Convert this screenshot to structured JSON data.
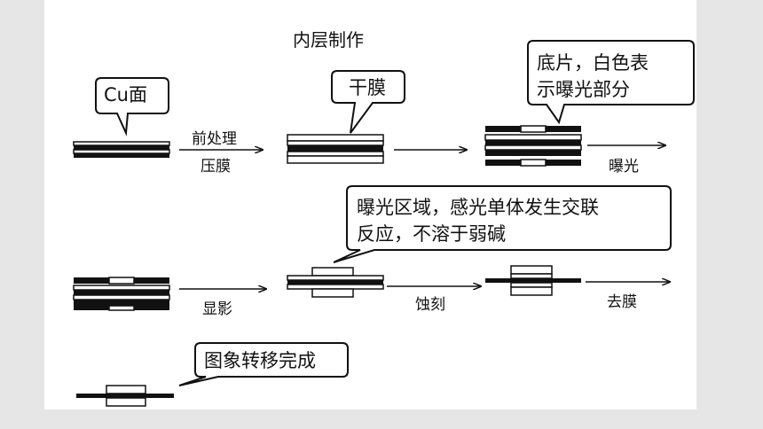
{
  "title": "内层制作",
  "callouts": {
    "cu_surface": "Cu面",
    "dry_film": "干膜",
    "film_line1": "底片，白色表",
    "film_line2": "示曝光部分",
    "exposed_line1": "曝光区域，感光单体发生交联",
    "exposed_line2": "反应，不溶于弱碱",
    "transfer_done": "图象转移完成"
  },
  "steps": {
    "pretreat": "前处理",
    "laminate": "压膜",
    "expose": "曝光",
    "develop": "显影",
    "etch": "蚀刻",
    "strip": "去膜"
  },
  "colors": {
    "ink": "#111111",
    "background": "#e6e6e6",
    "slide": "#ffffff"
  }
}
